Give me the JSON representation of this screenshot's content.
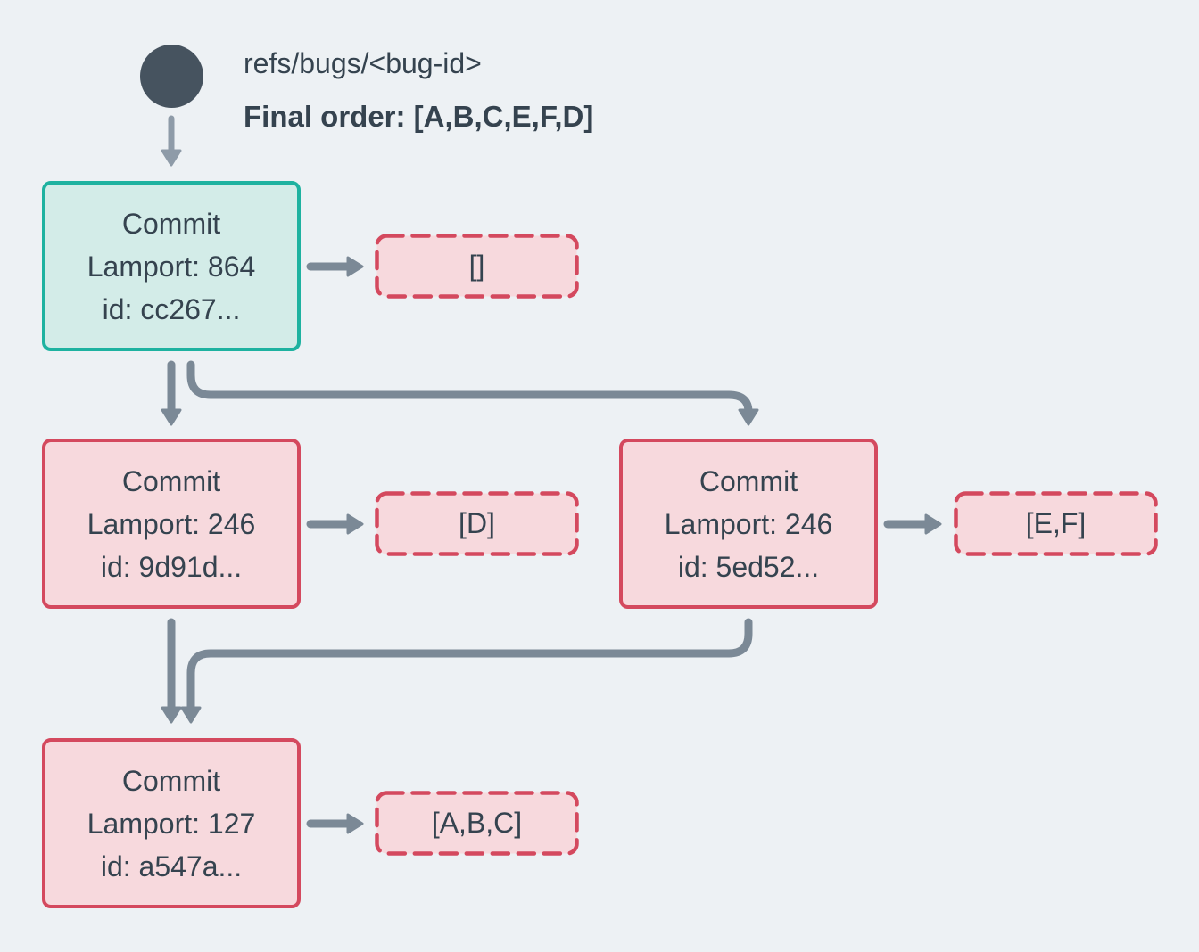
{
  "colors": {
    "bg": "#edf1f4",
    "ink": "#35434f",
    "node": "#46535f",
    "arrow": "#7b8996",
    "arrow_light": "#8e9ba8",
    "teal_border": "#1eb2a0",
    "teal_fill": "#d3ece8",
    "red_border": "#d4495e",
    "pink_fill": "#f7d9dd"
  },
  "header": {
    "ref_label": "refs/bugs/<bug-id>",
    "final_order_label": "Final order: [A,B,C,E,F,D]"
  },
  "nodes": {
    "root": {
      "title": "Commit",
      "lamport": "Lamport: 864",
      "id": "id: cc267...",
      "payload": "[]"
    },
    "left": {
      "title": "Commit",
      "lamport": "Lamport: 246",
      "id": "id: 9d91d...",
      "payload": "[D]"
    },
    "right": {
      "title": "Commit",
      "lamport": "Lamport: 246",
      "id": "id: 5ed52...",
      "payload": "[E,F]"
    },
    "bottom": {
      "title": "Commit",
      "lamport": "Lamport: 127",
      "id": "id: a547a...",
      "payload": "[A,B,C]"
    }
  }
}
